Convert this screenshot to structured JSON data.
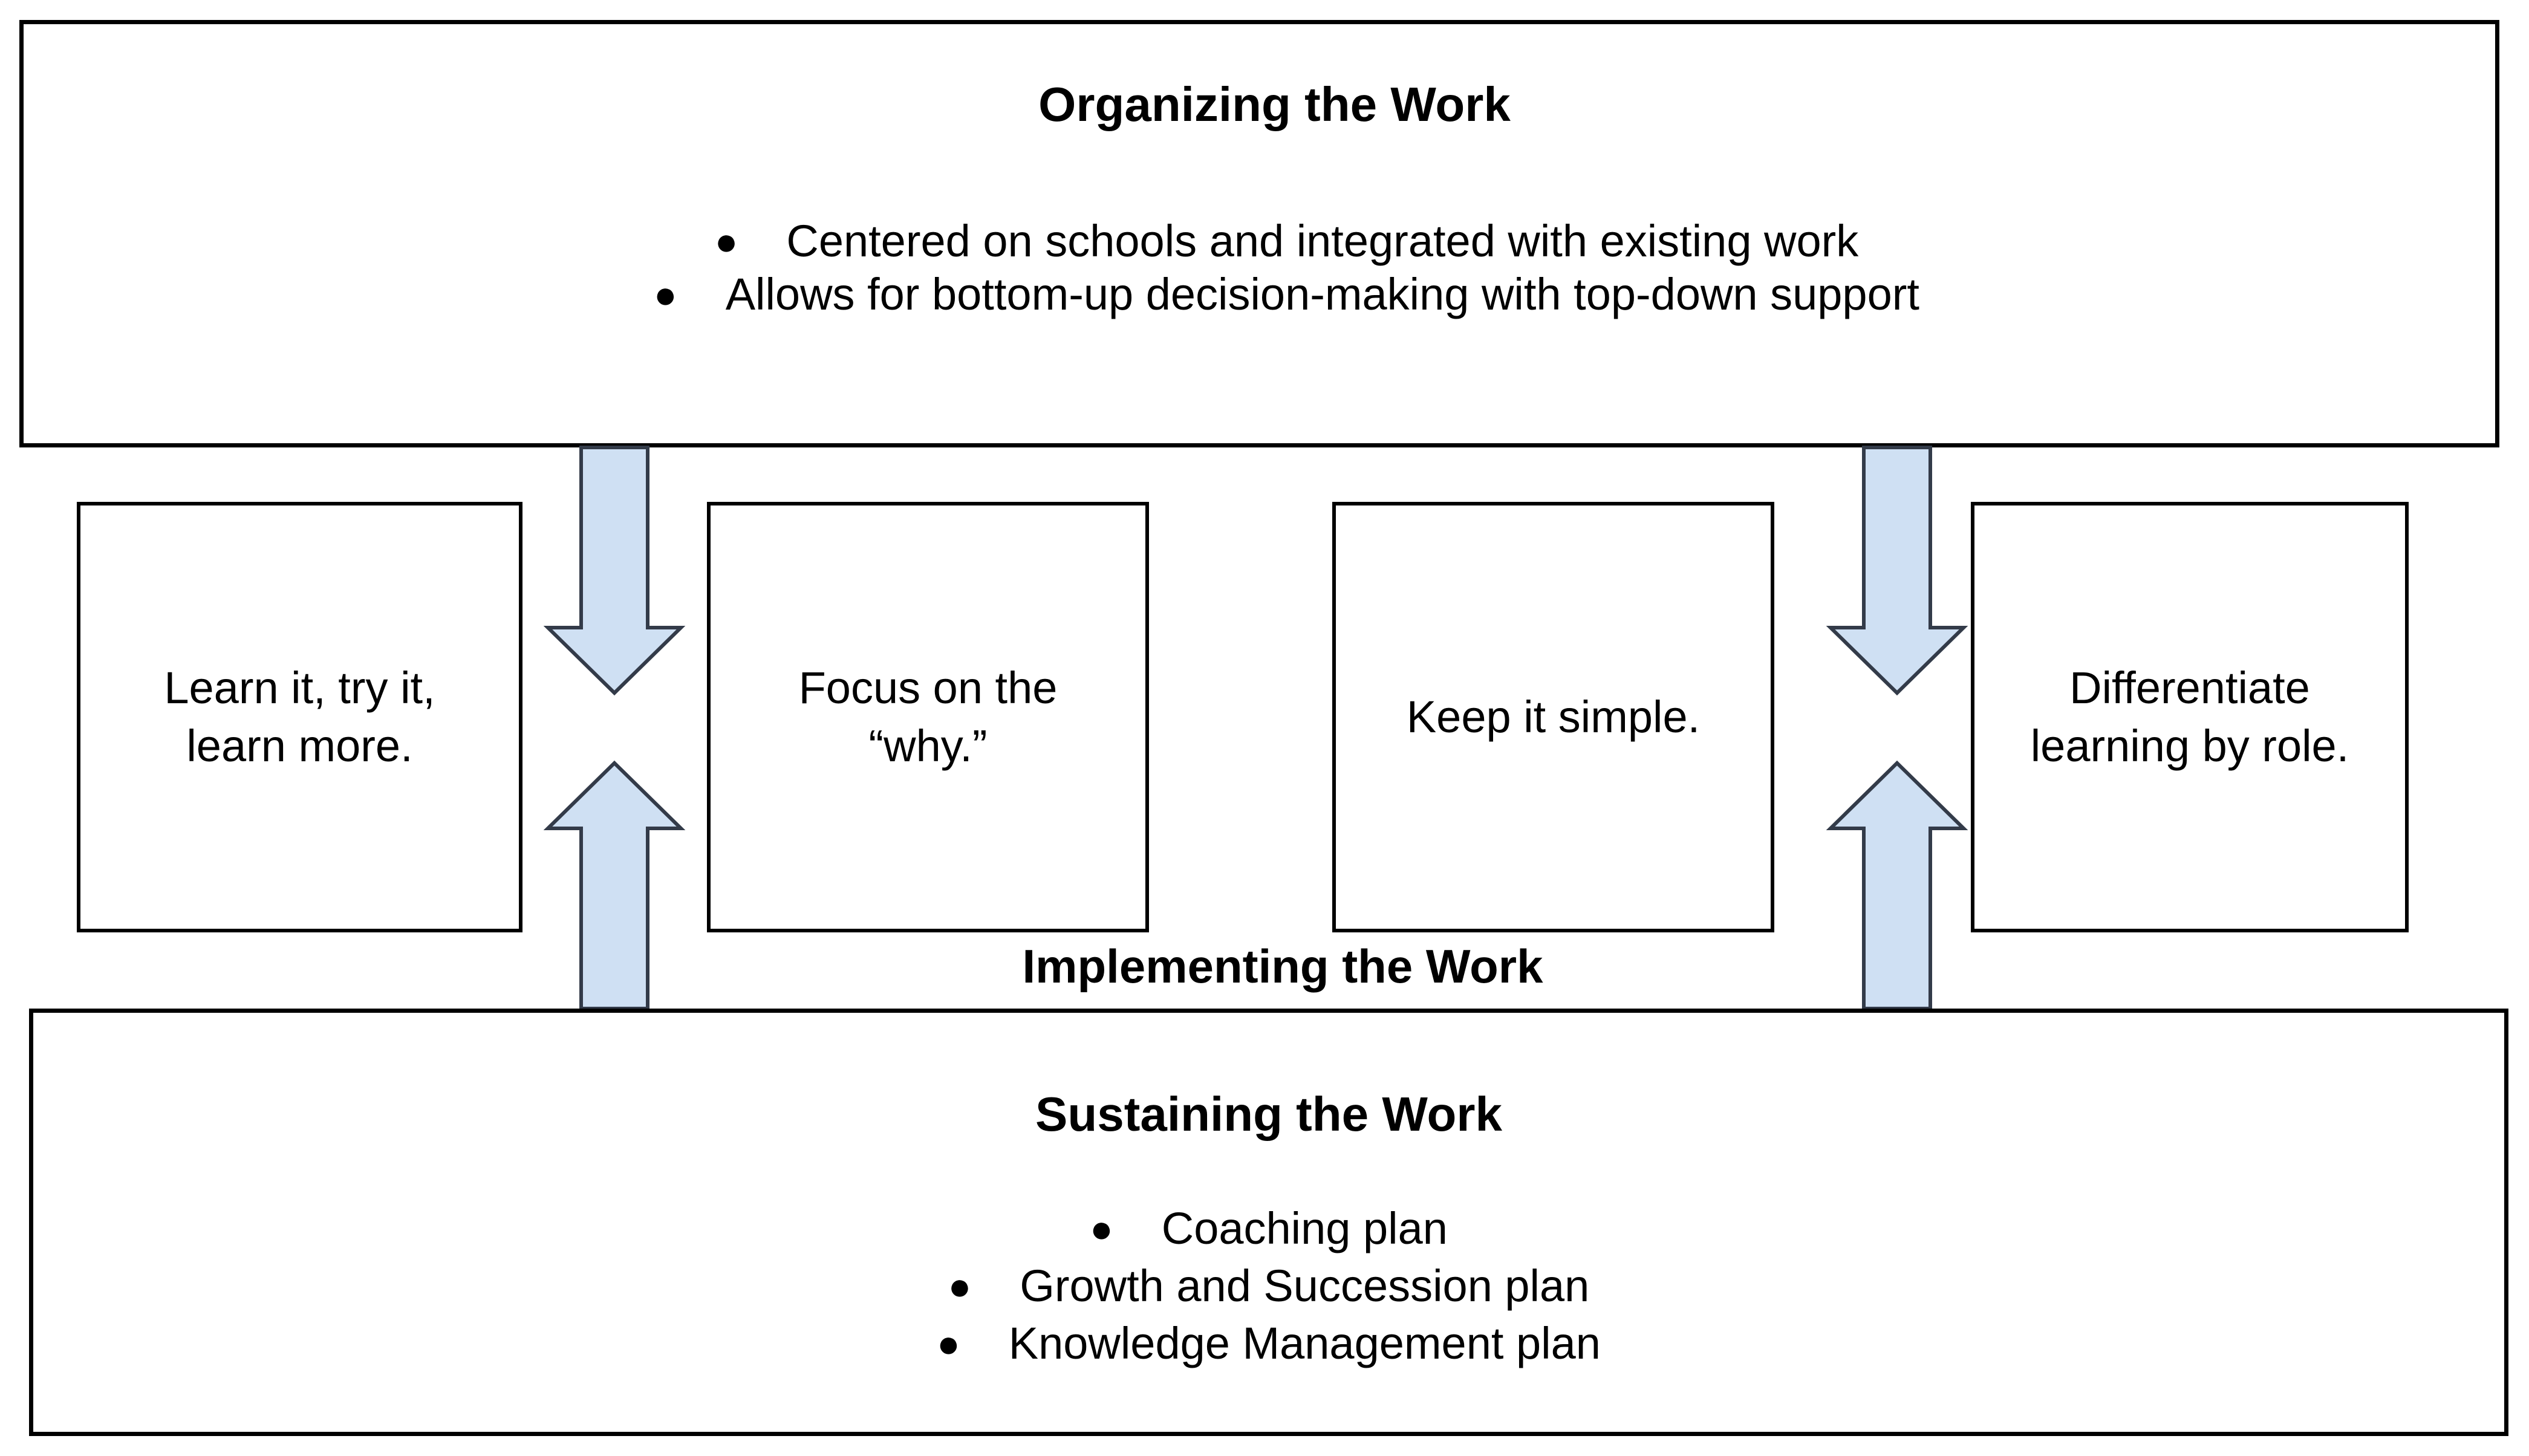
{
  "glyphs": {
    "bullet": "●"
  },
  "colors": {
    "arrow_fill": "#cfe0f3",
    "arrow_stroke": "#333b49",
    "box_border": "#000000",
    "background": "#ffffff",
    "text": "#000000"
  },
  "top_box": {
    "title": "Organizing the Work",
    "bullets": [
      "Centered on schools and integrated with existing work",
      "Allows for bottom-up decision-making with top-down support"
    ]
  },
  "middle_row": {
    "label": "Implementing the Work",
    "boxes": [
      {
        "lines": [
          "Learn it, try it,",
          "learn more."
        ]
      },
      {
        "lines": [
          "Focus on the",
          "“why.”"
        ]
      },
      {
        "lines": [
          "Keep it simple."
        ]
      },
      {
        "lines": [
          "Differentiate",
          "learning by role."
        ]
      }
    ]
  },
  "bottom_box": {
    "title": "Sustaining the Work",
    "bullets": [
      "Coaching plan",
      "Growth and Succession plan",
      "Knowledge Management plan"
    ]
  },
  "arrows": [
    {
      "name": "down-arrow-left",
      "direction": "down"
    },
    {
      "name": "up-arrow-left",
      "direction": "up"
    },
    {
      "name": "down-arrow-right",
      "direction": "down"
    },
    {
      "name": "up-arrow-right",
      "direction": "up"
    }
  ]
}
